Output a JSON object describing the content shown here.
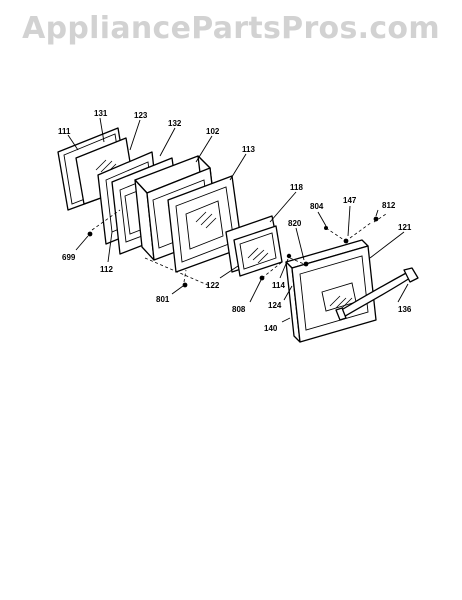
{
  "watermark": "AppliancePartsPros.com",
  "callouts": {
    "c111": "111",
    "c131": "131",
    "c123": "123",
    "c132": "132",
    "c102": "102",
    "c113": "113",
    "c118": "118",
    "c804": "804",
    "c147": "147",
    "c812": "812",
    "c820": "820",
    "c121": "121",
    "c699": "699",
    "c112": "112",
    "c122": "122",
    "c114": "114",
    "c801": "801",
    "c808": "808",
    "c124": "124",
    "c136": "136",
    "c140": "140"
  }
}
